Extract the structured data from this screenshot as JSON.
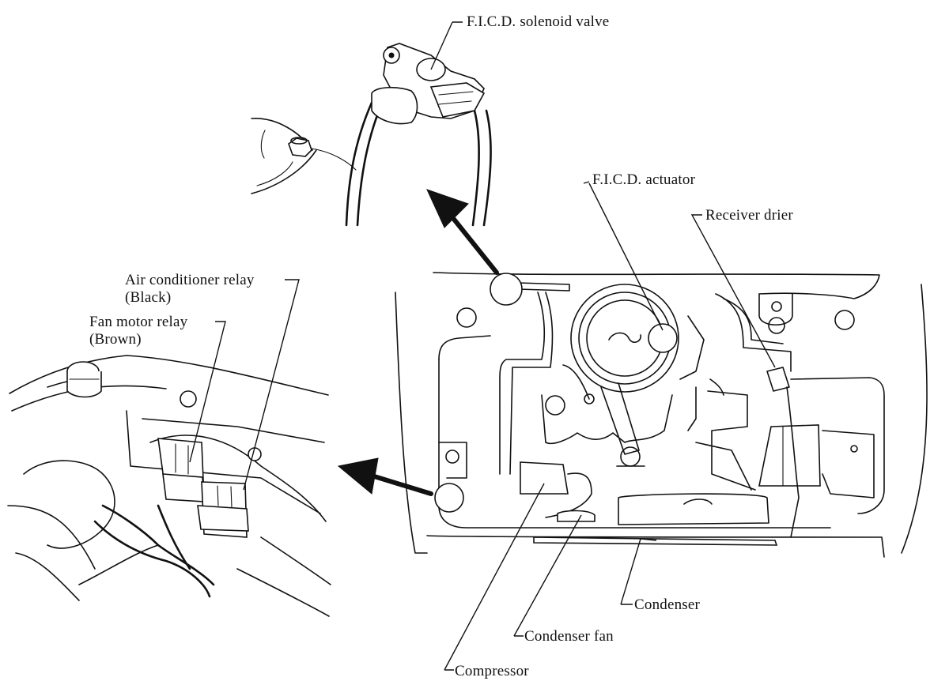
{
  "labels": {
    "ficd_solenoid_valve": "F.I.C.D. solenoid valve",
    "ficd_actuator": "F.I.C.D. actuator",
    "receiver_drier": "Receiver drier",
    "ac_relay_line1": "Air conditioner relay",
    "ac_relay_line2": "(Black)",
    "fan_relay_line1": "Fan motor relay",
    "fan_relay_line2": "(Brown)",
    "condenser": "Condenser",
    "condenser_fan": "Condenser fan",
    "compressor": "Compressor"
  },
  "colors": {
    "ink": "#111111",
    "paper": "#ffffff"
  }
}
